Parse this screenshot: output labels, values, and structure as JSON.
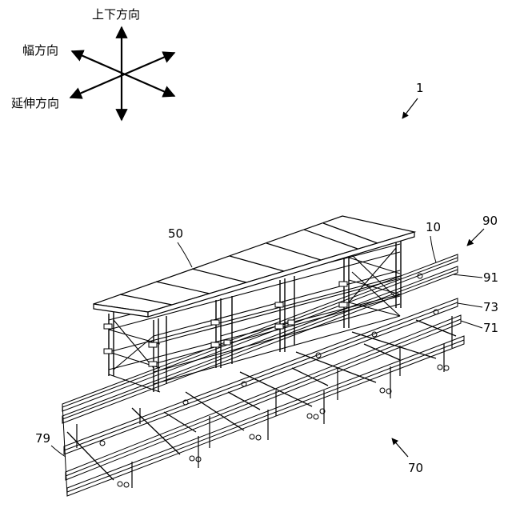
{
  "directions": {
    "vertical": "上下方向",
    "width": "幅方向",
    "extension": "延伸方向"
  },
  "labels": {
    "overall": "1",
    "roof": "50",
    "scaffold": "10",
    "rail_system": "90",
    "rail_top": "91",
    "beam_73": "73",
    "beam_71": "71",
    "track": "79",
    "base": "70"
  },
  "colors": {
    "line": "#000000",
    "background": "#ffffff"
  }
}
